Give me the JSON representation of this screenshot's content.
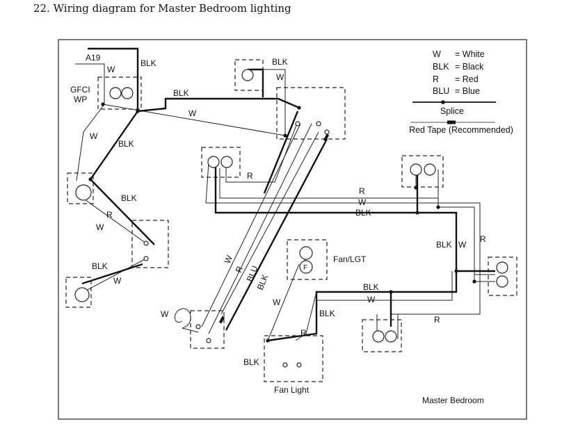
{
  "title": "22. Wiring diagram for Master Bedroom lighting",
  "legend": {
    "rows": [
      {
        "code": "W",
        "name": "= White"
      },
      {
        "code": "BLK",
        "name": "= Black"
      },
      {
        "code": "R",
        "name": "= Red"
      },
      {
        "code": "BLU",
        "name": "= Blue"
      }
    ],
    "splice": "Splice",
    "red_tape": "Red Tape (Recommended)"
  },
  "labels": {
    "circuit": "A19",
    "gfci_line1": "GFCI",
    "gfci_line2": "WP",
    "fan_lgt": "Fan/LGT",
    "fan_light": "Fan Light",
    "room": "Master Bedroom"
  },
  "wire_labels": [
    {
      "id": "w-top-a19",
      "text": "W"
    },
    {
      "id": "blk-top-a19",
      "text": "BLK"
    },
    {
      "id": "blk-top-mid",
      "text": "BLK"
    },
    {
      "id": "w-top-mid",
      "text": "W"
    },
    {
      "id": "blk-top-light",
      "text": "BLK"
    },
    {
      "id": "w-top-light",
      "text": "W"
    },
    {
      "id": "w-left-1",
      "text": "W"
    },
    {
      "id": "blk-left-1",
      "text": "BLK"
    },
    {
      "id": "blk-left-2",
      "text": "BLK"
    },
    {
      "id": "r-left",
      "text": "R"
    },
    {
      "id": "w-left-2",
      "text": "W"
    },
    {
      "id": "blk-left-3",
      "text": "BLK"
    },
    {
      "id": "w-left-3",
      "text": "W"
    },
    {
      "id": "r-center",
      "text": "R"
    },
    {
      "id": "r-right-run",
      "text": "R"
    },
    {
      "id": "w-right-run",
      "text": "W"
    },
    {
      "id": "blk-right-run",
      "text": "BLK"
    },
    {
      "id": "blk-right-v",
      "text": "BLK"
    },
    {
      "id": "w-right-v",
      "text": "W"
    },
    {
      "id": "r-right-v",
      "text": "R"
    },
    {
      "id": "w-diag",
      "text": "W"
    },
    {
      "id": "r-diag",
      "text": "R"
    },
    {
      "id": "blu-diag",
      "text": "BLU"
    },
    {
      "id": "blk-diag",
      "text": "BLK"
    },
    {
      "id": "w-curl",
      "text": "W"
    },
    {
      "id": "blk-bottom",
      "text": "BLK"
    },
    {
      "id": "w-bottom",
      "text": "W"
    },
    {
      "id": "r-bottom",
      "text": "R"
    },
    {
      "id": "w-fan",
      "text": "W"
    },
    {
      "id": "blk-fan",
      "text": "BLK"
    },
    {
      "id": "r-fan",
      "text": "R"
    },
    {
      "id": "blk-fan-sw",
      "text": "BLK"
    }
  ]
}
